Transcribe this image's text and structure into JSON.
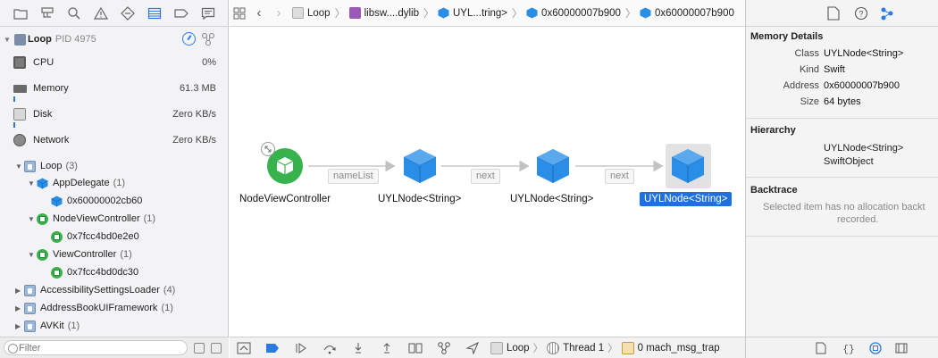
{
  "colors": {
    "accent": "#2a7ae2",
    "node_green": "#37b24d",
    "node_blue": "#2a8de6",
    "selection": "#1e6fe0"
  },
  "navigator": {
    "tabs": [
      "folder-icon",
      "hierarchy-icon",
      "search-icon",
      "warning-icon",
      "diamond-icon",
      "memory-list-icon",
      "breakpoint-icon",
      "report-icon"
    ],
    "process": {
      "name": "Loop",
      "pid": "PID 4975"
    },
    "gauges": [
      {
        "label": "CPU",
        "value": "0%"
      },
      {
        "label": "Memory",
        "value": "61.3 MB"
      },
      {
        "label": "Disk",
        "value": "Zero KB/s"
      },
      {
        "label": "Network",
        "value": "Zero KB/s"
      }
    ],
    "tree": [
      {
        "label": "Loop",
        "count": "(3)"
      },
      {
        "label": "AppDelegate",
        "count": "(1)"
      },
      {
        "label": "0x60000002cb60",
        "count": ""
      },
      {
        "label": "NodeViewController",
        "count": "(1)"
      },
      {
        "label": "0x7fcc4bd0e2e0",
        "count": ""
      },
      {
        "label": "ViewController",
        "count": "(1)"
      },
      {
        "label": "0x7fcc4bd0dc30",
        "count": ""
      },
      {
        "label": "AccessibilitySettingsLoader",
        "count": "(4)"
      },
      {
        "label": "AddressBookUIFramework",
        "count": "(1)"
      },
      {
        "label": "AVKit",
        "count": "(1)"
      }
    ],
    "filter": {
      "placeholder": "Filter",
      "value": ""
    }
  },
  "jumpbar": {
    "crumbs": [
      "Loop",
      "libsw....dylib",
      "UYL...tring>",
      "0x60000007b900",
      "0x60000007b900"
    ]
  },
  "graph": {
    "nodes": [
      {
        "label": "NodeViewController"
      },
      {
        "label": "UYLNode<String>"
      },
      {
        "label": "UYLNode<String>"
      },
      {
        "label": "UYLNode<String>"
      }
    ],
    "edges": [
      {
        "label": "nameList"
      },
      {
        "label": "next"
      },
      {
        "label": "next"
      }
    ]
  },
  "debugbar": {
    "crumbs": [
      "Loop",
      "Thread 1",
      "0 mach_msg_trap"
    ]
  },
  "inspector": {
    "memory_details": {
      "title": "Memory Details",
      "rows": [
        {
          "key": "Class",
          "value": "UYLNode<String>"
        },
        {
          "key": "Kind",
          "value": "Swift"
        },
        {
          "key": "Address",
          "value": "0x60000007b900"
        },
        {
          "key": "Size",
          "value": "64 bytes"
        }
      ]
    },
    "hierarchy": {
      "title": "Hierarchy",
      "items": [
        "UYLNode<String>",
        "SwiftObject"
      ]
    },
    "backtrace": {
      "title": "Backtrace",
      "line1": "Selected item has no allocation backt",
      "line2": "recorded."
    }
  }
}
